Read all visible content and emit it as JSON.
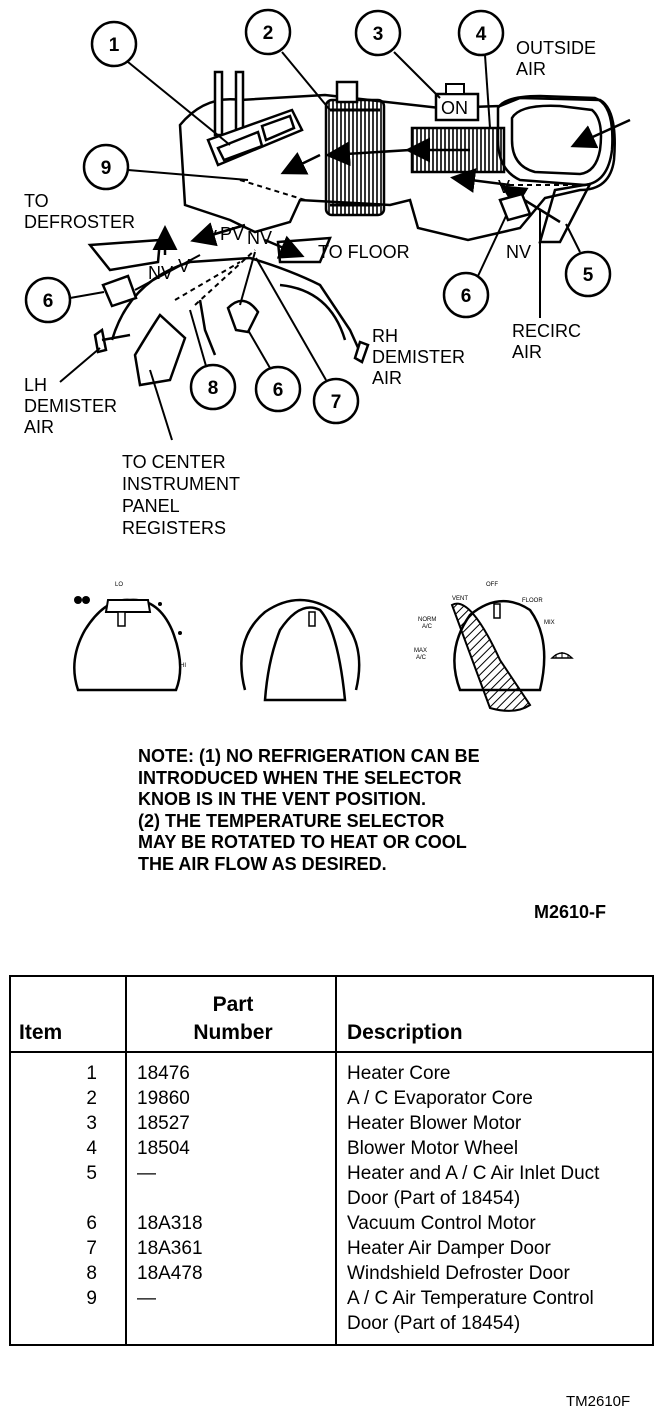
{
  "diagram": {
    "callouts": [
      "1",
      "2",
      "3",
      "4",
      "5",
      "6",
      "6",
      "6",
      "7",
      "8",
      "9"
    ],
    "on_label": "ON",
    "labels": {
      "outside_air": [
        "OUTSIDE",
        "AIR"
      ],
      "to_defroster": [
        "TO",
        "DEFROSTER"
      ],
      "to_floor": "TO FLOOR",
      "rh_demister": [
        "RH",
        "DEMISTER",
        "AIR"
      ],
      "lh_demister": [
        "LH",
        "DEMISTER",
        "AIR"
      ],
      "recirc_air": [
        "RECIRC",
        "AIR"
      ],
      "to_center": [
        "TO CENTER",
        "INSTRUMENT",
        "PANEL",
        "REGISTERS"
      ],
      "v": "V",
      "pv": "PV",
      "nv": "NV",
      "v_outside": "V",
      "nv_right": "NV"
    }
  },
  "controls": {
    "fan_lo": "LO",
    "fan_hi": "HI",
    "selector": {
      "vent": "VENT",
      "off": "OFF",
      "floor": "FLOOR",
      "norm_ac": [
        "NORM",
        "A/C"
      ],
      "max_ac": [
        "MAX",
        "A/C"
      ],
      "mix": "MIX"
    }
  },
  "note": [
    "NOTE: (1) NO REFRIGERATION CAN BE",
    "INTRODUCED WHEN THE SELECTOR",
    "KNOB IS IN THE VENT POSITION.",
    "(2) THE TEMPERATURE SELECTOR",
    "MAY BE ROTATED TO HEAT OR COOL",
    "THE AIR FLOW AS DESIRED."
  ],
  "figure_code": "M2610-F",
  "table": {
    "headers": {
      "item": "Item",
      "part": [
        "Part",
        "Number"
      ],
      "description": "Description"
    },
    "rows": [
      {
        "item": "1",
        "part": "18476",
        "description": [
          "Heater Core"
        ]
      },
      {
        "item": "2",
        "part": "19860",
        "description": [
          "A / C Evaporator Core"
        ]
      },
      {
        "item": "3",
        "part": "18527",
        "description": [
          "Heater Blower Motor"
        ]
      },
      {
        "item": "4",
        "part": "18504",
        "description": [
          "Blower Motor Wheel"
        ]
      },
      {
        "item": "5",
        "part": "—",
        "description": [
          "Heater and A / C Air Inlet Duct",
          "Door (Part of 18454)"
        ]
      },
      {
        "item": "6",
        "part": "18A318",
        "description": [
          "Vacuum Control Motor"
        ]
      },
      {
        "item": "7",
        "part": "18A361",
        "description": [
          "Heater Air Damper Door"
        ]
      },
      {
        "item": "8",
        "part": "18A478",
        "description": [
          "Windshield Defroster Door"
        ]
      },
      {
        "item": "9",
        "part": "—",
        "description": [
          "A / C Air Temperature Control",
          "Door (Part of 18454)"
        ]
      }
    ]
  },
  "footer_code": "TM2610F"
}
